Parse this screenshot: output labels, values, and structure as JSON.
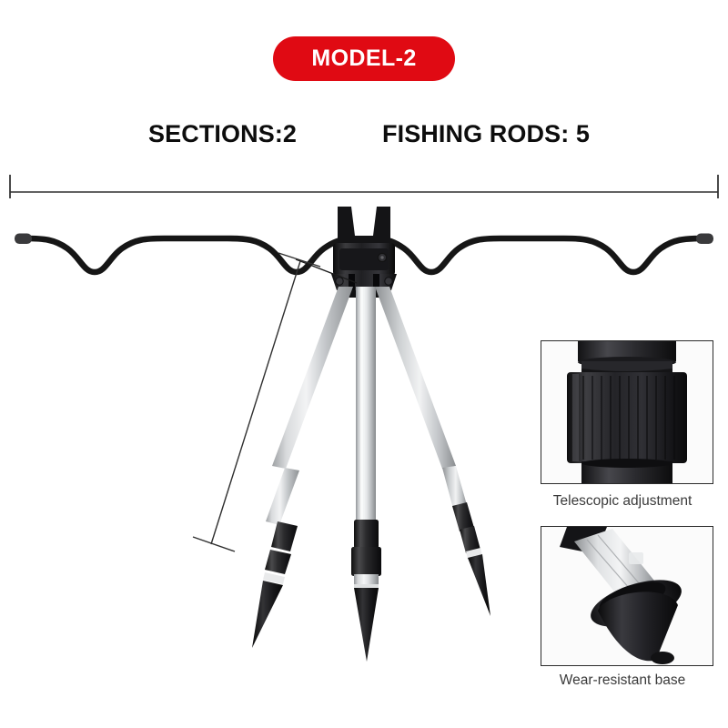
{
  "page": {
    "background_color": "#ffffff",
    "type": "product-infographic"
  },
  "badge": {
    "label": "MODEL-2",
    "background_color": "#e00a13",
    "text_color": "#ffffff"
  },
  "specs": [
    {
      "name": "sections",
      "label": "SECTIONS:2"
    },
    {
      "name": "fishing-rods",
      "label": "FISHING RODS: 5"
    }
  ],
  "dimensions": {
    "overall_width": {
      "label": "",
      "orientation": "horizontal",
      "style": "arrow-line-with-end-ticks"
    },
    "leg_length": {
      "label": "",
      "orientation": "diagonal",
      "style": "arrow-line-with-end-ticks"
    }
  },
  "product": {
    "name": "fishing-rod-rest-tripod",
    "rod_rest_bar": {
      "notch_count": 4,
      "color": "#1a1a1a",
      "end_cap_color": "#3b3b3b"
    },
    "head": {
      "name": "v-bracket-head",
      "color": "#171717"
    },
    "legs": {
      "count": 3,
      "tube_color": "#c9cbcd",
      "collar_color": "#1c1c1c",
      "spike_color": "#141414"
    }
  },
  "insets": [
    {
      "name": "telescopic-adjustment",
      "caption": "Telescopic adjustment",
      "depicts": "ribbed twist-lock collar"
    },
    {
      "name": "wear-resistant-base",
      "caption": "Wear-resistant base",
      "depicts": "conical ground spike with collar"
    }
  ],
  "colors": {
    "accent_red": "#e00a13",
    "text_dark": "#0d0d0d",
    "caption_gray": "#3a3a3a",
    "line_gray": "#4a4a4a"
  }
}
